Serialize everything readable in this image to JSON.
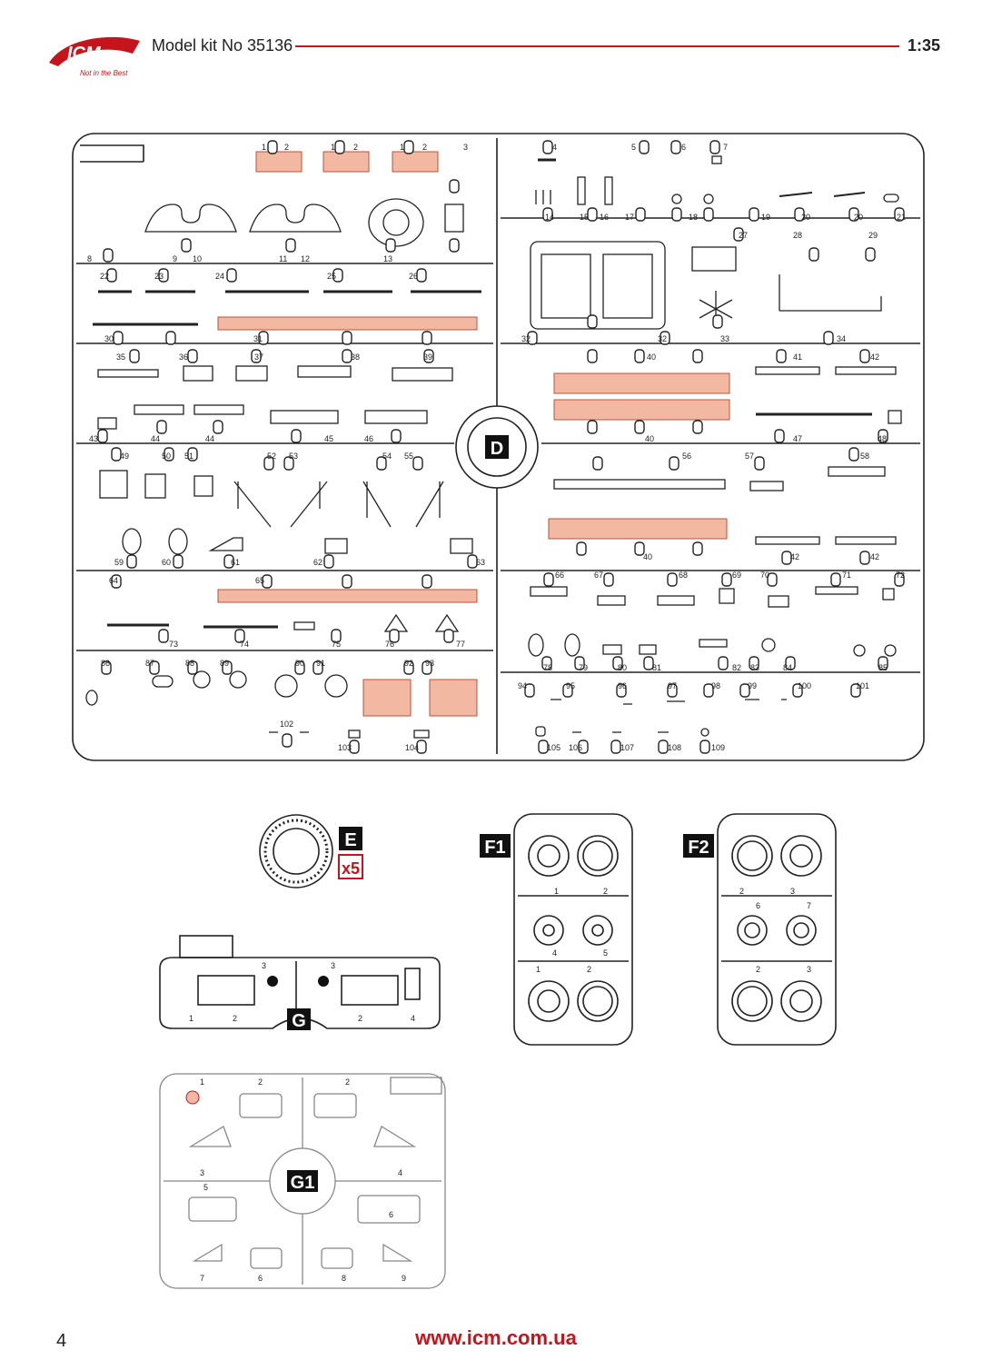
{
  "header": {
    "logo_text": "ICM",
    "logo_tagline": "Not in the Best",
    "title": "Model kit No 35136",
    "scale": "1:35"
  },
  "footer": {
    "page_number": "4",
    "url": "www.icm.com.ua"
  },
  "colors": {
    "brand_red": "#c5141b",
    "highlight": "#f2b8a2",
    "line": "#222222",
    "faint_line": "#888888"
  },
  "sprues": {
    "D": {
      "label": "D",
      "row1": [
        "1",
        "2",
        "1",
        "2",
        "1",
        "2",
        "3",
        "4",
        "5",
        "6",
        "7"
      ],
      "row2": [
        "8",
        "9",
        "10",
        "11",
        "12",
        "13",
        "14",
        "15",
        "16",
        "17",
        "18",
        "19",
        "20",
        "20",
        "21"
      ],
      "row3": [
        "22",
        "23",
        "24",
        "25",
        "26",
        "27",
        "28",
        "29"
      ],
      "row4": [
        "30",
        "31",
        "32",
        "32",
        "33",
        "34"
      ],
      "row5": [
        "35",
        "36",
        "37",
        "38",
        "39",
        "40",
        "41",
        "42"
      ],
      "row6": [
        "43",
        "44",
        "44",
        "45",
        "46",
        "40",
        "47",
        "48"
      ],
      "row7": [
        "49",
        "50",
        "51",
        "52",
        "53",
        "54",
        "55",
        "56",
        "57",
        "58"
      ],
      "row8": [
        "59",
        "60",
        "61",
        "62",
        "63",
        "40",
        "42",
        "42"
      ],
      "row9": [
        "64",
        "65",
        "66",
        "67",
        "68",
        "69",
        "70",
        "71",
        "72"
      ],
      "row10": [
        "73",
        "74",
        "75",
        "76",
        "77",
        "78",
        "79",
        "80",
        "81",
        "82",
        "83",
        "84",
        "85"
      ],
      "row11": [
        "86",
        "87",
        "88",
        "89",
        "90",
        "91",
        "92",
        "93",
        "94",
        "95",
        "96",
        "97",
        "98",
        "99",
        "100",
        "101"
      ],
      "row12": [
        "102",
        "103",
        "104",
        "105",
        "106",
        "107",
        "108",
        "109"
      ]
    },
    "E": {
      "label": "E",
      "quantity": "x5"
    },
    "F1": {
      "label": "F1",
      "numbers": [
        "1",
        "2",
        "4",
        "5",
        "1",
        "2"
      ]
    },
    "F2": {
      "label": "F2",
      "numbers": [
        "2",
        "3",
        "6",
        "7",
        "2",
        "3"
      ]
    },
    "G": {
      "label": "G",
      "numbers": [
        "3",
        "3",
        "1",
        "2",
        "2",
        "4"
      ]
    },
    "G1": {
      "label": "G1",
      "numbers": [
        "1",
        "2",
        "2",
        "3",
        "4",
        "5",
        "6",
        "7",
        "6",
        "8",
        "9"
      ]
    }
  }
}
